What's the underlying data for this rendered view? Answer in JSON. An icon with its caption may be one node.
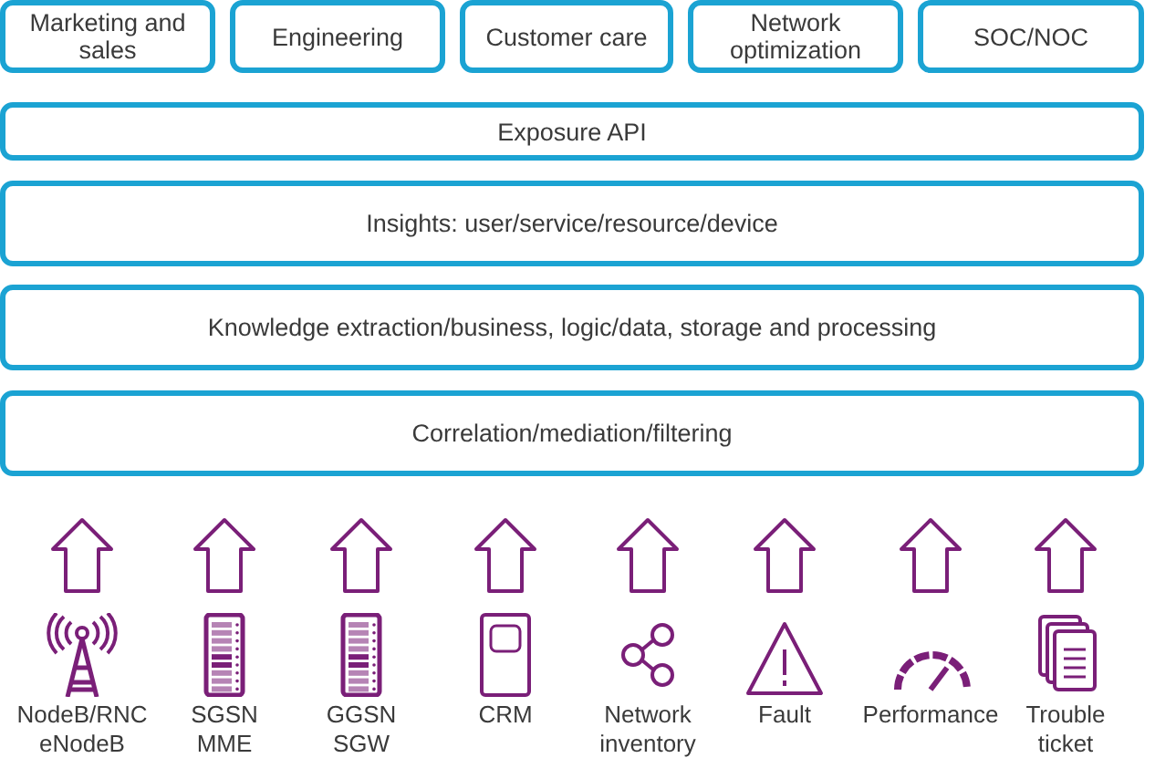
{
  "diagram": {
    "nodes": [
      {
        "text": [
          "Marketing and sales"
        ]
      },
      {
        "text": [
          "Engineering"
        ]
      },
      {
        "text": [
          "Customer care"
        ]
      },
      {
        "text": [
          "Network optimization"
        ]
      },
      {
        "text": [
          "SOC/NOC"
        ]
      },
      {
        "text": [
          "Exposure API"
        ]
      },
      {
        "text": [
          "Insights: user/service/resource/device"
        ]
      },
      {
        "text": [
          "Knowledge extraction/business, logic/data, storage and processing"
        ]
      },
      {
        "text": [
          "Correlation/mediation/filtering"
        ]
      },
      {
        "text": [
          "NodeB/RNC eNodeB"
        ]
      },
      {
        "text": [
          "SGSN MME"
        ]
      },
      {
        "text": [
          "GGSN SGW"
        ]
      },
      {
        "text": [
          "CRM"
        ]
      },
      {
        "text": [
          "Network inventory"
        ]
      },
      {
        "text": [
          "Fault"
        ]
      },
      {
        "text": [
          "Performance"
        ]
      },
      {
        "text": [
          "Trouble ticket"
        ]
      }
    ],
    "edges": [
      {
        "from": 9,
        "to": 8,
        "arrow": "to"
      },
      {
        "from": 10,
        "to": 8,
        "arrow": "to"
      },
      {
        "from": 11,
        "to": 8,
        "arrow": "to"
      },
      {
        "from": 12,
        "to": 8,
        "arrow": "to"
      },
      {
        "from": 13,
        "to": 8,
        "arrow": "to"
      },
      {
        "from": 14,
        "to": 8,
        "arrow": "to"
      },
      {
        "from": 15,
        "to": 8,
        "arrow": "to"
      },
      {
        "from": 16,
        "to": 8,
        "arrow": "to"
      }
    ]
  }
}
